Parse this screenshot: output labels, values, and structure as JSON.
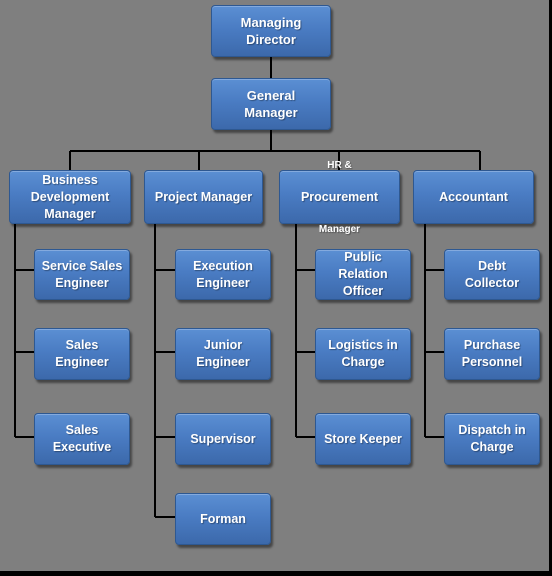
{
  "nodes": {
    "managing_director": "Managing\nDirector",
    "general_manager": "General\nManager",
    "business_development_manager": "Business\nDevelopment\nManager",
    "project_manager": "Project Manager",
    "hr_procurement_line1": "HR &",
    "hr_procurement_line2": "Procurement",
    "hr_procurement_line3": "Manager",
    "accountant": "Accountant",
    "service_sales_engineer": "Service Sales\nEngineer",
    "sales_engineer": "Sales\nEngineer",
    "sales_executive": "Sales\nExecutive",
    "execution_engineer": "Execution\nEngineer",
    "junior_engineer": "Junior\nEngineer",
    "supervisor": "Supervisor",
    "forman": "Forman",
    "public_relation_officer": "Public\nRelation\nOfficer",
    "logistics_in_charge": "Logistics in\nCharge",
    "store_keeper": "Store Keeper",
    "debt_collector": "Debt\nCollector",
    "purchase_personnel": "Purchase\nPersonnel",
    "dispatch_in_charge": "Dispatch in\nCharge"
  },
  "colors": {
    "background": "#7f7f7f",
    "box_fill": "#4a7cc3",
    "box_border": "#2e5891",
    "box_text": "#ffffff",
    "connector": "#000000"
  }
}
